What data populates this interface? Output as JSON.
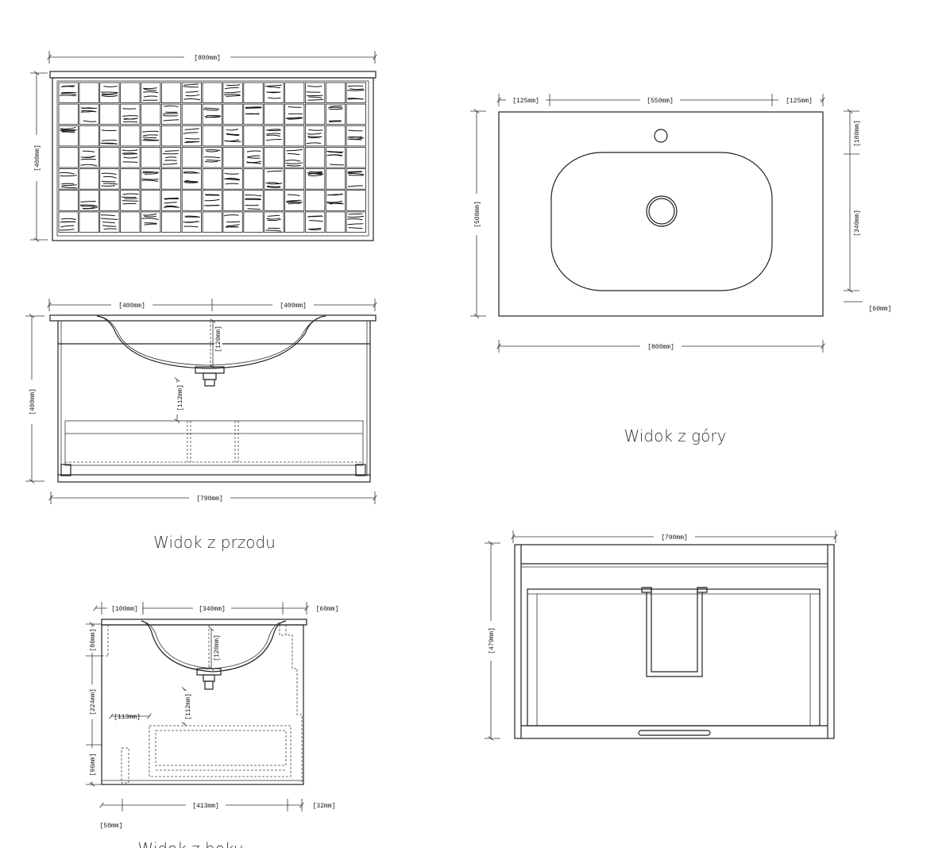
{
  "views": {
    "front_tiles": {
      "label_width": "[800mm]",
      "label_height": "[400mm]"
    },
    "front_section": {
      "label_left": "[400mm]",
      "label_right": "[400mm]",
      "label_basin_depth": "[120mm]",
      "label_drain": "[112mm]",
      "label_height": "[400mm]",
      "label_bottom": "[790mm]"
    },
    "top": {
      "label_left": "[125mm]",
      "label_mid": "[550mm]",
      "label_right": "[125mm]",
      "label_height": "[500mm]",
      "label_r1": "[100mm]",
      "label_r2": "[340mm]",
      "label_r3": "[60mm]",
      "label_bottom": "[800mm]"
    },
    "side": {
      "label_t1": "[100mm]",
      "label_t2": "[340mm]",
      "label_t3": "[60mm]",
      "label_l1": "[80mm]",
      "label_l2": "[224mm]",
      "label_l3": "[96mm]",
      "label_basin": "[120mm]",
      "label_drain": "[112mm]",
      "label_inner": "[113mm]",
      "label_b1": "[413mm]",
      "label_b2": "[32mm]",
      "label_b3": "[50mm]"
    },
    "back": {
      "label_width": "[790mm]",
      "label_height": "[479mm]"
    }
  },
  "captions": {
    "top_view": "Widok z góry",
    "front_view": "Widok z przodu",
    "side_view": "Widok z boku"
  }
}
